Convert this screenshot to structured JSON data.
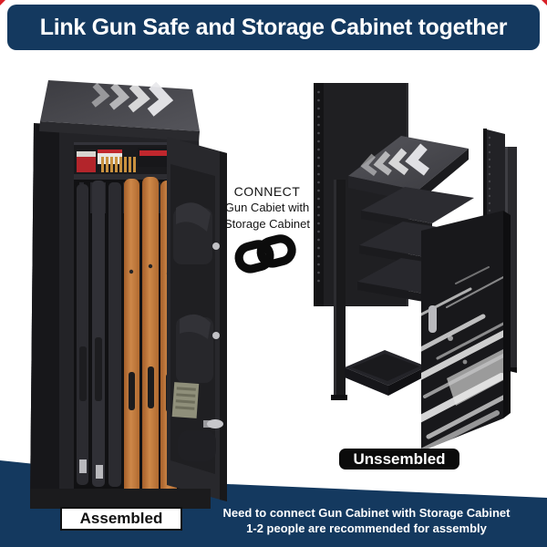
{
  "banner": {
    "title": "Link Gun Safe and Storage Cabinet together"
  },
  "connect_annotation": {
    "heading": "CONNECT",
    "line2": "Gun Cabiet with",
    "line3": "Storage Cabinet"
  },
  "labels": {
    "assembled": "Assembled",
    "unassembled": "Unssembled"
  },
  "footer": {
    "line1": "Need to connect Gun Cabinet with Storage Cabinet",
    "line2": "1-2 people are recommended for assembly"
  },
  "colors": {
    "navy": "#14395f",
    "accent_red": "#d92027",
    "label_black": "#0b0b0b",
    "white": "#ffffff",
    "cabinet_dark": "#222226",
    "wood_stock": "#c0793c",
    "silver": "#c7c7cb"
  },
  "icons": {
    "chain_link": "chain-link-icon",
    "safe_lid_arrows": "chevrons-right-icon",
    "cabinet_lid_arrows": "chevrons-left-icon"
  }
}
